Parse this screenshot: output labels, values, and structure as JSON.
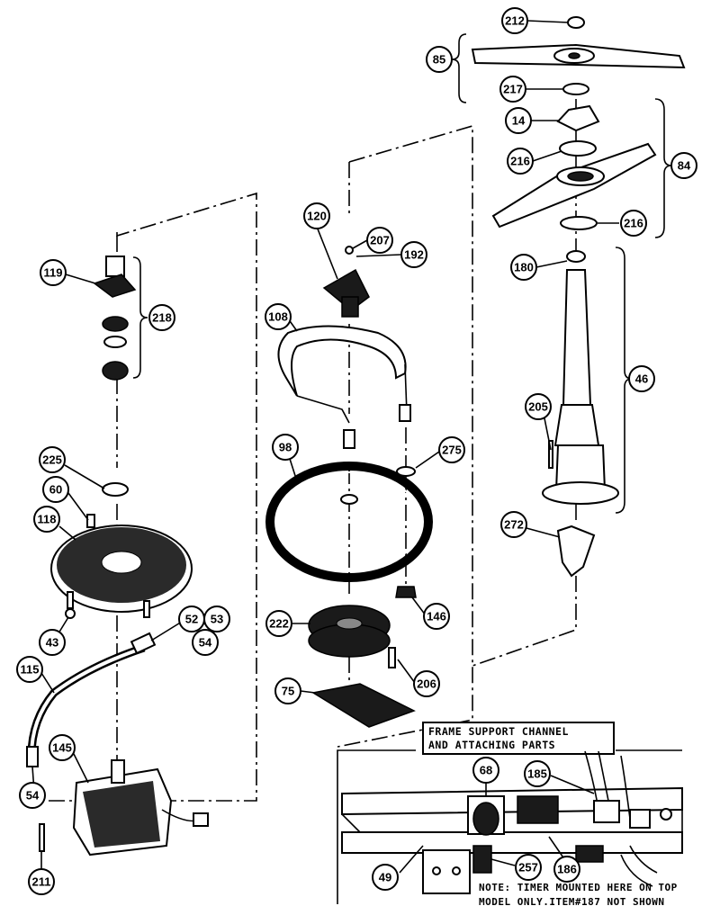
{
  "callouts": {
    "c212": "212",
    "c85": "85",
    "c217": "217",
    "c14": "14",
    "c216a": "216",
    "c84": "84",
    "c216b": "216",
    "c180": "180",
    "c46": "46",
    "c205": "205",
    "c272": "272",
    "c120": "120",
    "c207": "207",
    "c192": "192",
    "c108": "108",
    "c98": "98",
    "c275": "275",
    "c146": "146",
    "c222": "222",
    "c206": "206",
    "c75": "75",
    "c119": "119",
    "c218": "218",
    "c225": "225",
    "c60": "60",
    "c118": "118",
    "c43": "43",
    "c52": "52",
    "c53": "53",
    "c54a": "54",
    "c115": "115",
    "c145": "145",
    "c54b": "54",
    "c211": "211",
    "c68": "68",
    "c185": "185",
    "c49": "49",
    "c257": "257",
    "c186": "186"
  },
  "inset": {
    "header_line1": "FRAME SUPPORT CHANNEL",
    "header_line2": "AND ATTACHING PARTS",
    "note_line1": "NOTE: TIMER MOUNTED HERE ON TOP",
    "note_line2": "MODEL ONLY.ITEM#187 NOT SHOWN"
  }
}
